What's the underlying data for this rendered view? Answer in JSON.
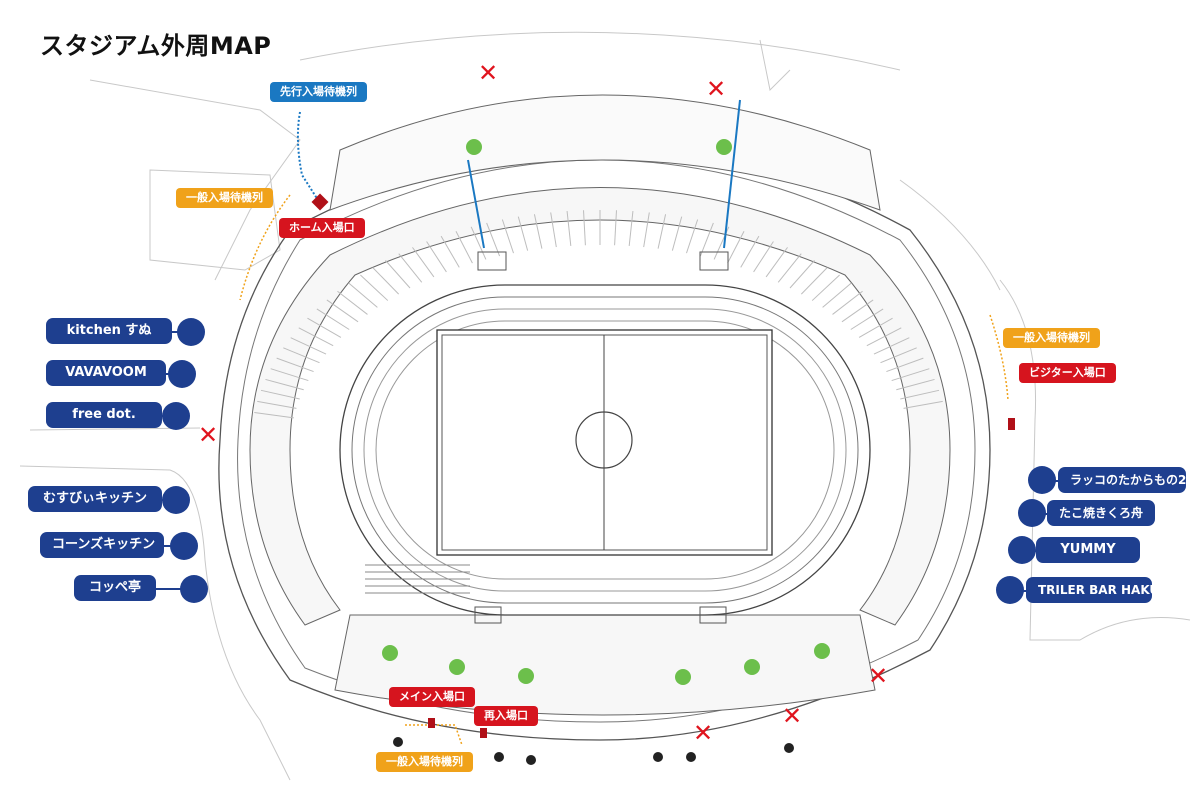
{
  "title": "スタジアム外周MAP",
  "shops_left": [
    "kitchen すぬ",
    "VAVAVOOM",
    "free dot.",
    "むすびぃキッチン",
    "コーンズキッチン",
    "コッペ亭"
  ],
  "shops_right": [
    "ラッコのたからもの2",
    "たこ焼きくろ舟",
    "YUMMY",
    "TRILER BAR HAKU"
  ],
  "labels": {
    "advance_queue": "先行入場待機列",
    "general_queue_nw": "一般入場待機列",
    "home_entrance": "ホーム入場口",
    "general_queue_east": "一般入場待機列",
    "visitor_entrance": "ビジター入場口",
    "main_entrance": "メイン入場口",
    "reentry": "再入場口",
    "general_queue_south": "一般入場待機列"
  },
  "colors": {
    "shop": "#1e3f8f",
    "entrance": "#d6141e",
    "queue": "#f0a21a",
    "advance": "#1a78c2",
    "marker": "#6cbf4b",
    "closed": "#e0141e"
  },
  "icons": {
    "closed_marker": "x-mark-icon",
    "point_marker": "green-dot-icon"
  }
}
